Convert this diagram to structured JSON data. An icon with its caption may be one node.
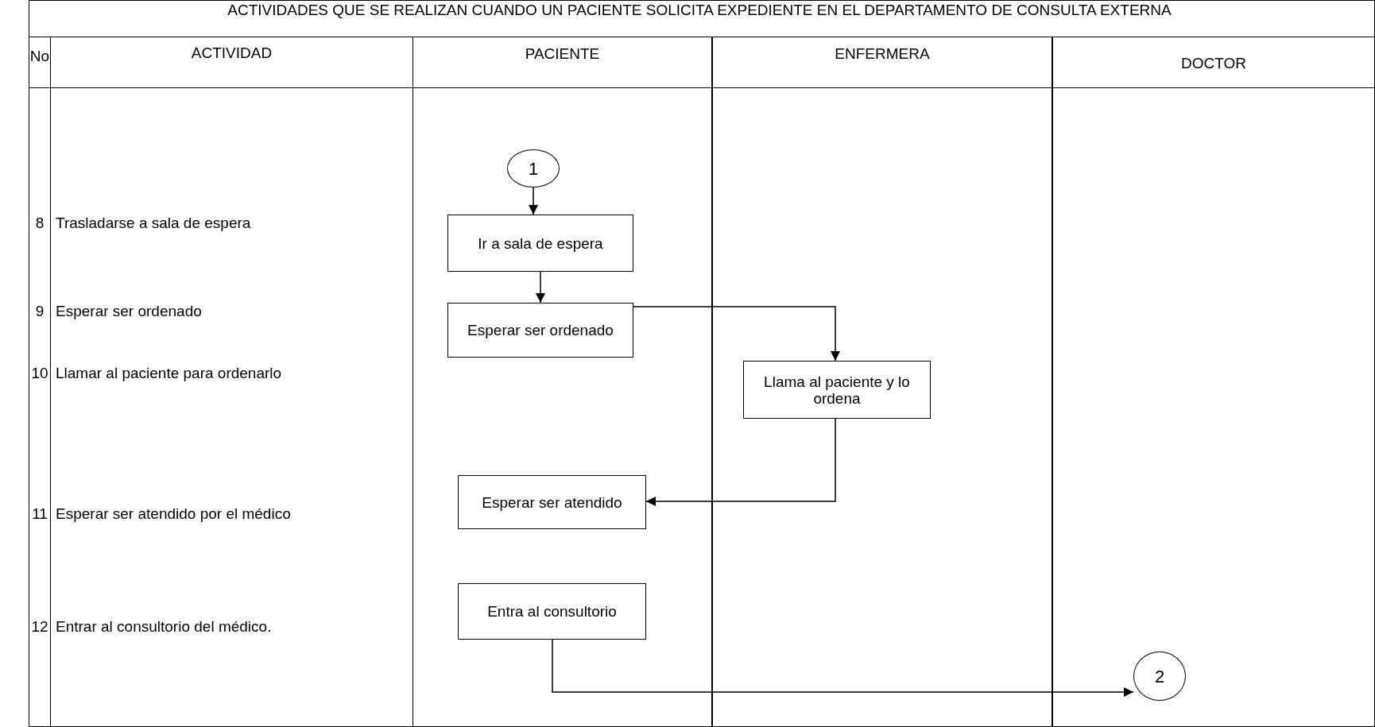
{
  "diagram": {
    "title": "ACTIVIDADES QUE SE REALIZAN CUANDO UN PACIENTE SOLICITA  EXPEDIENTE EN EL DEPARTAMENTO DE CONSULTA EXTERNA",
    "nodes": [
      {
        "text": [
          "PACIENTE"
        ]
      },
      {
        "text": [
          "ENFERMERA"
        ]
      },
      {
        "text": [
          "DOCTOR"
        ]
      },
      {
        "text": [
          "1"
        ],
        "in": 0
      },
      {
        "text": [
          "Ir a sala de espera"
        ],
        "in": 0
      },
      {
        "text": [
          "Esperar ser ordenado"
        ],
        "in": 0
      },
      {
        "text": [
          "Llama al paciente y lo ordena"
        ],
        "in": 1
      },
      {
        "text": [
          "Esperar ser atendido"
        ],
        "in": 0
      },
      {
        "text": [
          "Entra al consultorio"
        ],
        "in": 0
      },
      {
        "text": [
          "2"
        ],
        "in": 2
      }
    ],
    "edges": [
      {
        "from": 3,
        "to": 4,
        "arrow": "to"
      },
      {
        "from": 4,
        "to": 5,
        "arrow": "to"
      },
      {
        "from": 5,
        "to": 6,
        "arrow": "to"
      },
      {
        "from": 6,
        "to": 7,
        "arrow": "to"
      },
      {
        "from": 8,
        "to": 9,
        "arrow": "to"
      }
    ],
    "labels": [
      "No",
      "ACTIVIDAD",
      "8",
      "Trasladarse a sala de espera",
      "9",
      "Esperar ser ordenado",
      "10",
      "Llamar al paciente para ordenarlo",
      "11",
      "Esperar ser atendido por el médico",
      "12",
      "Entrar al consultorio del médico."
    ]
  }
}
